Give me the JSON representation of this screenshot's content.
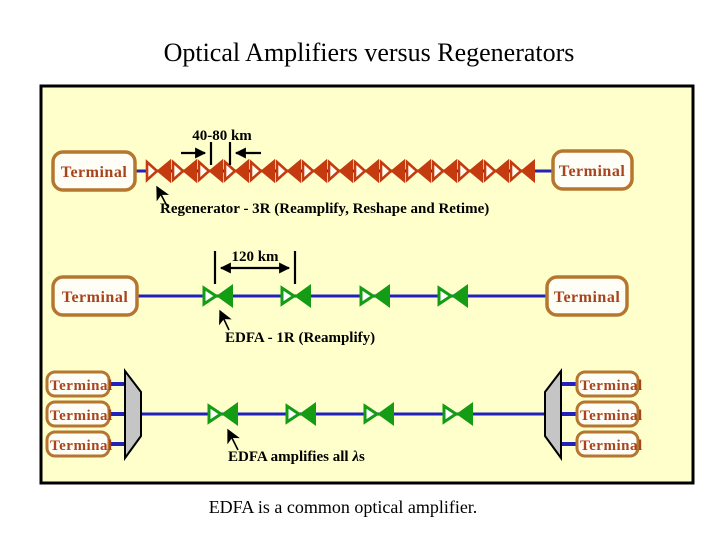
{
  "title": "Optical Amplifiers versus Regenerators",
  "caption": "EDFA is a common optical amplifier.",
  "colors": {
    "slide_background": "#ffffff",
    "panel_fill": "#ffffcc",
    "panel_border": "#000000",
    "terminal_border": "#b5762f",
    "terminal_text": "#a8431e",
    "fiber_line": "#2222bb",
    "regenerator_red": "#c53b10",
    "edfa_green": "#149c14",
    "mux_gray": "#c5c5c5"
  },
  "diagram": {
    "row_regenerator": {
      "terminal_left": "Terminal",
      "terminal_right": "Terminal",
      "distance_label": "40-80 km",
      "label": "Regenerator - 3R (Reamplify, Reshape and Retime)",
      "regenerator_count": 15
    },
    "row_edfa": {
      "terminal_left": "Terminal",
      "terminal_right": "Terminal",
      "distance_label": "120 km",
      "label": "EDFA - 1R (Reamplify)",
      "edfa_count": 4
    },
    "row_wdm": {
      "terminals_left": [
        "Terminal",
        "Terminal",
        "Terminal"
      ],
      "terminals_right": [
        "Terminal",
        "Terminal",
        "Terminal"
      ],
      "label_pre": "EDFA amplifies all ",
      "lambda": "λ",
      "label_post": "s",
      "edfa_count": 4
    }
  }
}
